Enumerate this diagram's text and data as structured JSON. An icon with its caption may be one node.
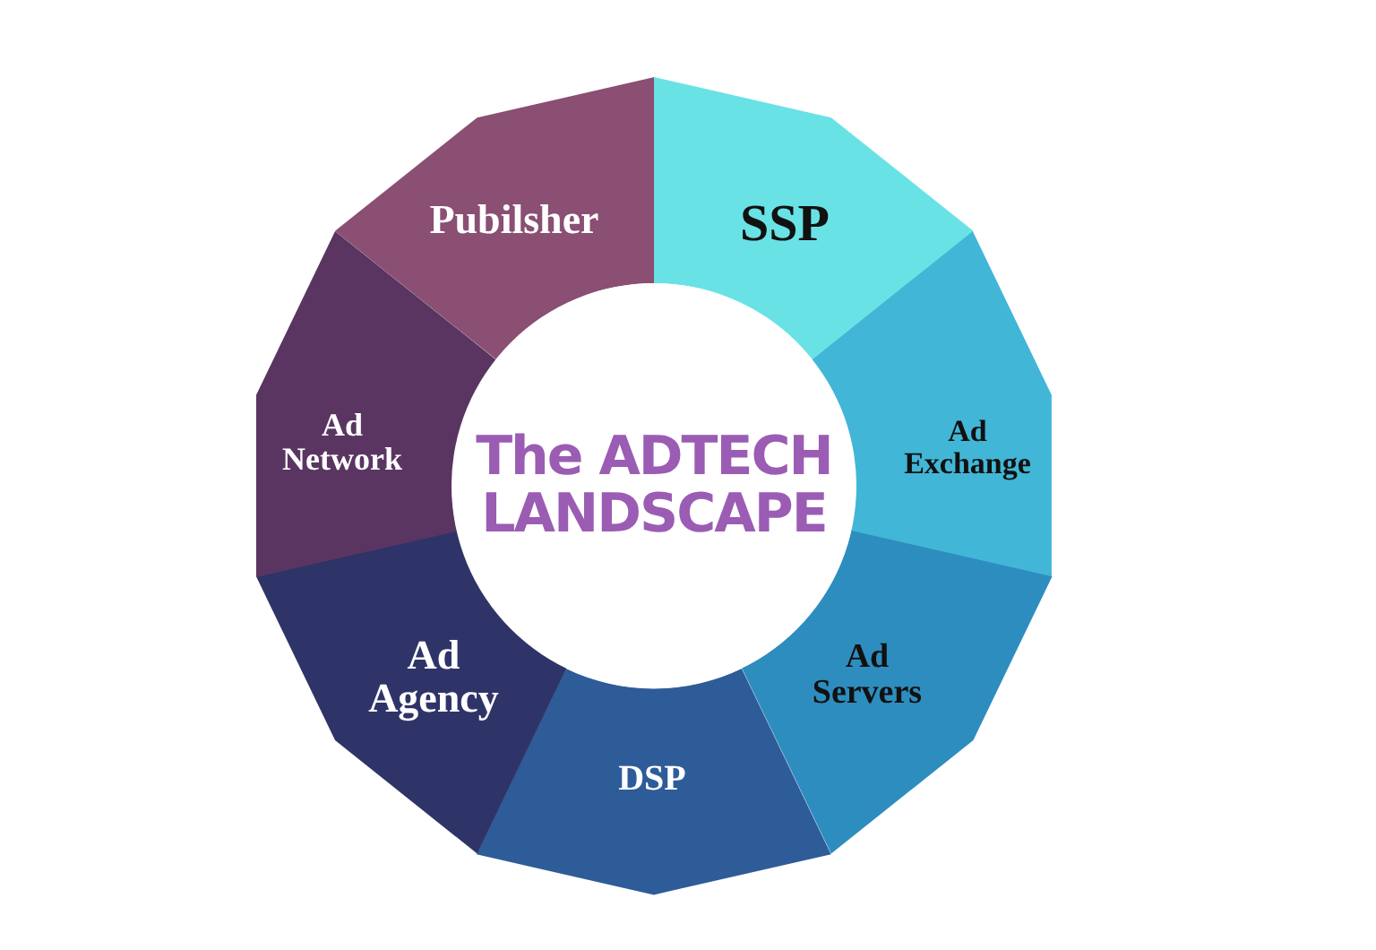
{
  "diagram": {
    "nodes": [
      {
        "text": [
          "Pubilsher"
        ]
      },
      {
        "text": [
          "SSP"
        ]
      },
      {
        "text": [
          "Ad Exchange"
        ]
      },
      {
        "text": [
          "Ad Servers"
        ]
      },
      {
        "text": [
          "DSP"
        ]
      },
      {
        "text": [
          "Ad Agency"
        ]
      },
      {
        "text": [
          "Ad Network"
        ]
      },
      {
        "text": [
          "The ADTECH LANDSCAPE"
        ]
      }
    ]
  }
}
